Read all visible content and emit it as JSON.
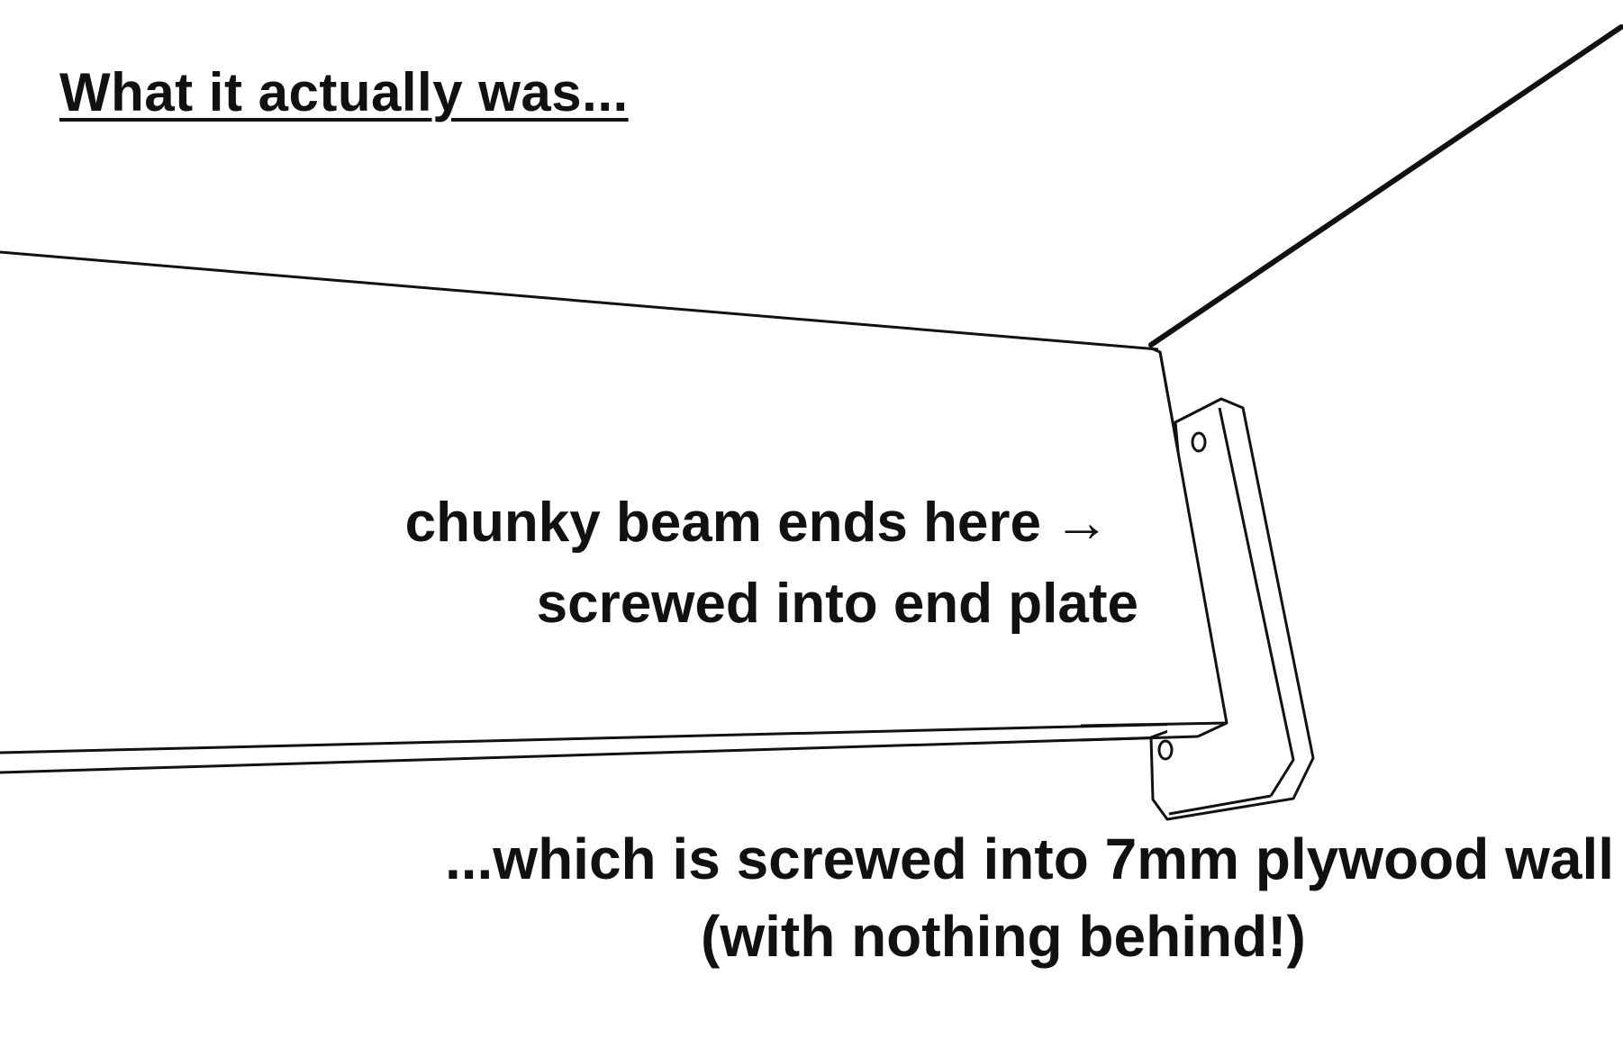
{
  "title": "What it actually was...",
  "annotations": {
    "beam_end": "chunky beam ends here",
    "beam_end_arrow": "→",
    "end_plate": "screwed into end plate",
    "wall": "...which is screwed into 7mm plywood wall",
    "nothing_behind": "(with nothing behind!)"
  },
  "colors": {
    "background": "#ffffff",
    "ink": "#111111"
  }
}
